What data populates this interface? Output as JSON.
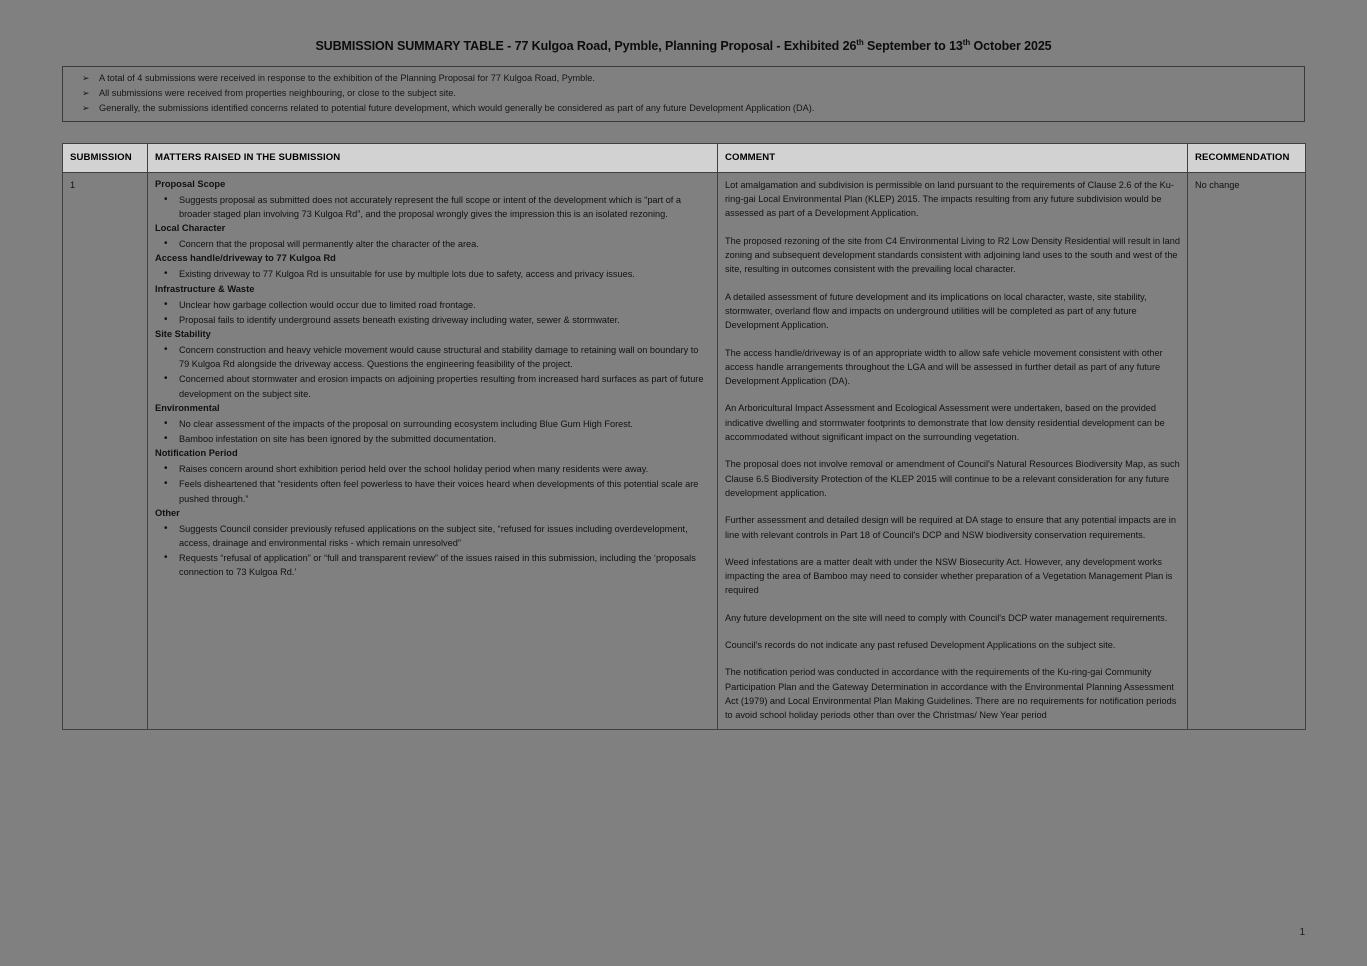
{
  "document": {
    "title_main": "SUBMISSION SUMMARY TABLE",
    "title_rest": " - 77 Kulgoa Road, Pymble, Planning Proposal - Exhibited 26",
    "title_sup1": "th",
    "title_mid": " September to 13",
    "title_sup2": "th",
    "title_end": " October 2025",
    "page_number": "1"
  },
  "intro": {
    "marker": "➢",
    "items": [
      "A total of 4 submissions were received in response to the exhibition of the Planning Proposal for 77 Kulgoa Road, Pymble.",
      "All submissions were received from properties neighbouring, or close to the subject site.",
      "Generally, the submissions identified concerns related to potential future development, which would generally be considered as part of any future Development Application (DA)."
    ]
  },
  "table": {
    "headers": {
      "submission": "SUBMISSION",
      "matters": "MATTERS RAISED IN THE SUBMISSION",
      "comment": "COMMENT",
      "recommendation": "RECOMMENDATION"
    },
    "rows": [
      {
        "submission": "1",
        "recommendation": "No change",
        "matters": [
          {
            "heading": "Proposal Scope",
            "bullets": [
              "Suggests proposal as submitted does not accurately represent the full scope or intent of the development which is “part of a broader staged plan involving 73 Kulgoa Rd”, and the proposal wrongly gives the impression this is an isolated rezoning."
            ]
          },
          {
            "heading": "Local Character",
            "bullets": [
              "Concern that the proposal will permanently alter the character of the area."
            ]
          },
          {
            "heading": "Access handle/driveway to 77 Kulgoa Rd",
            "bullets": [
              "Existing driveway to 77 Kulgoa Rd is unsuitable for use by multiple lots due to safety, access and privacy issues."
            ]
          },
          {
            "heading": "Infrastructure & Waste",
            "bullets": [
              "Unclear how garbage collection would occur due to limited road frontage.",
              "Proposal fails to identify underground assets beneath existing driveway including water, sewer & stormwater."
            ]
          },
          {
            "heading": "Site Stability",
            "bullets": [
              "Concern construction and heavy vehicle movement would cause structural and stability damage to retaining wall on boundary to 79 Kulgoa Rd alongside the driveway access. Questions the engineering feasibility of the project.",
              "Concerned about stormwater and erosion impacts on adjoining properties resulting from increased hard surfaces as part of future development on the subject site."
            ]
          },
          {
            "heading": "Environmental",
            "bullets": [
              "No clear assessment of the impacts of the proposal on surrounding ecosystem including Blue Gum High Forest.",
              "Bamboo infestation on site has been ignored by the submitted documentation."
            ]
          },
          {
            "heading": "Notification Period",
            "bullets": [
              "Raises concern around short exhibition period held over the school holiday period when many residents were away.",
              "Feels disheartened that “residents often feel powerless to have their voices heard when developments of this potential scale are pushed through.”"
            ]
          },
          {
            "heading": "Other",
            "bullets": [
              "Suggests Council consider previously refused applications on the subject site, “refused for issues including overdevelopment, access, drainage and environmental risks - which remain unresolved”",
              "Requests “refusal of application” or “full and transparent review” of the issues raised in this submission, including the ‘proposals connection to 73 Kulgoa Rd.’"
            ]
          }
        ],
        "comment_paragraphs": [
          "Lot amalgamation and subdivision is permissible on land pursuant to the requirements of Clause 2.6 of the Ku-ring-gai Local Environmental Plan (KLEP) 2015. The impacts resulting from any future subdivision would be assessed as part of a Development Application.",
          "The proposed rezoning of the site from C4 Environmental Living to R2 Low Density Residential will result in land zoning and subsequent development standards consistent with adjoining land uses to the south and west of the site, resulting in outcomes consistent with the prevailing local character.",
          "A detailed assessment of future development and its implications on local character, waste, site stability, stormwater, overland flow and impacts on underground utilities will be completed as part of any future Development Application.",
          "The access handle/driveway is of an appropriate width to allow safe vehicle movement consistent with other access handle arrangements throughout the LGA and will be assessed in further detail as part of any future Development Application (DA).",
          "An Arboricultural Impact Assessment and Ecological Assessment were undertaken, based on the provided indicative dwelling and stormwater footprints to demonstrate that low density residential development can be accommodated without significant impact on the surrounding vegetation.",
          "The proposal does not involve removal or amendment of Council's Natural Resources Biodiversity Map, as such Clause 6.5 Biodiversity Protection of the KLEP 2015 will continue to be a relevant consideration for any future development application.",
          "Further assessment and detailed design will be required at DA stage to ensure that any potential impacts are in line with relevant controls in Part 18 of Council's DCP and NSW biodiversity conservation requirements.",
          "Weed infestations are a matter dealt with under the NSW Biosecurity Act. However, any development works impacting the area of Bamboo may need to consider whether preparation of a Vegetation Management Plan is required",
          "Any future development on the site will need to comply with Council's DCP water management requirements.",
          "Council's records do not indicate any past refused Development Applications on the subject site.",
          "The notification period was conducted in accordance with the requirements of the Ku-ring-gai Community Participation Plan and the Gateway Determination in accordance with the Environmental Planning Assessment Act (1979) and Local Environmental Plan Making Guidelines. There are no requirements for notification periods to avoid school holiday periods other than over the Christmas/ New Year period"
        ]
      }
    ]
  }
}
